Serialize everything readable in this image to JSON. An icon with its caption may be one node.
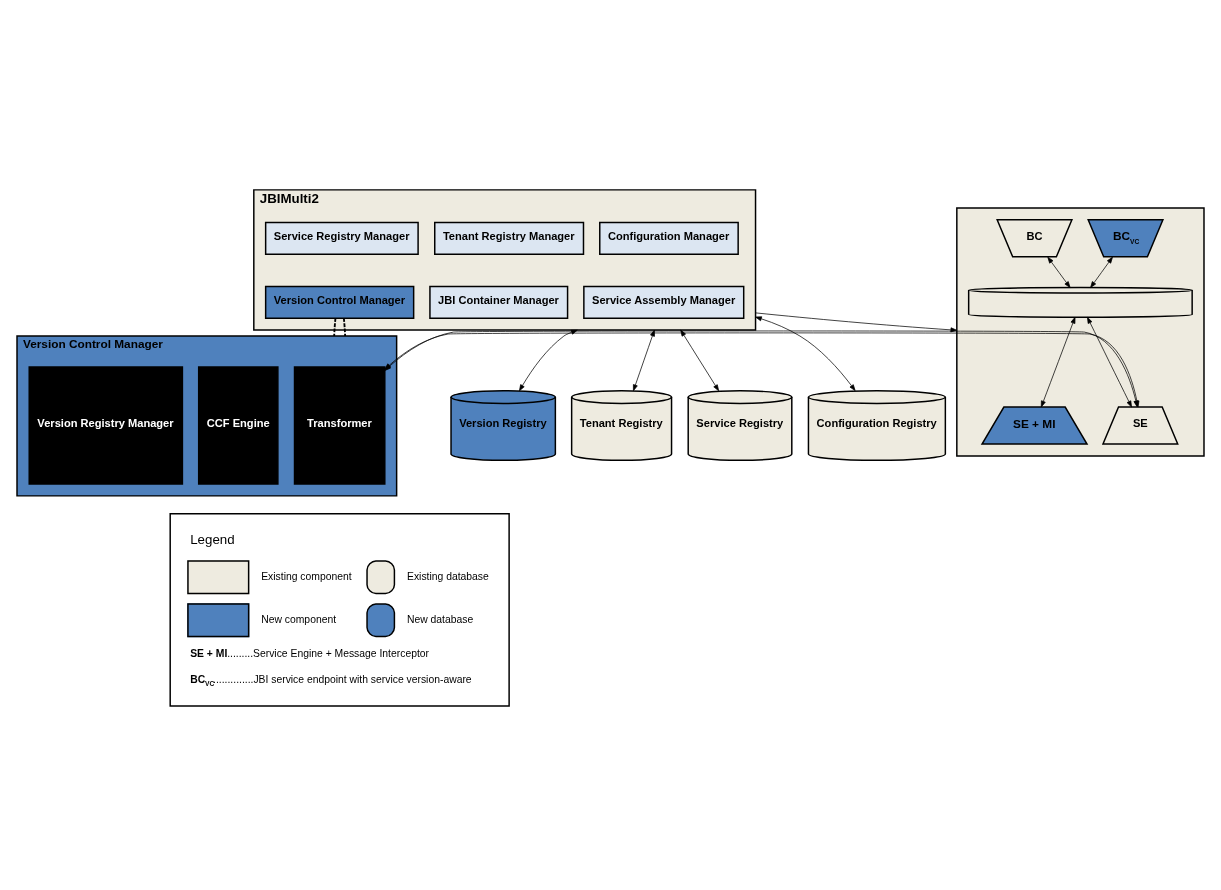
{
  "diagram": {
    "nodes": [
      {
        "text": [
          "JBIMulti2"
        ]
      },
      {
        "text": [
          "Service Registry Manager"
        ],
        "in": 0
      },
      {
        "text": [
          "Tenant Registry Manager"
        ],
        "in": 0
      },
      {
        "text": [
          "Configuration Manager"
        ],
        "in": 0
      },
      {
        "text": [
          "Version Control Manager"
        ],
        "in": 0
      },
      {
        "text": [
          "JBI Container Manager"
        ],
        "in": 0
      },
      {
        "text": [
          "Service Assembly Manager"
        ],
        "in": 0
      },
      {
        "text": [
          "Version Control Manager"
        ]
      },
      {
        "text": [
          "Version Registry Manager"
        ],
        "in": 7
      },
      {
        "text": [
          "CCF Engine"
        ],
        "in": 7
      },
      {
        "text": [
          "Transformer"
        ],
        "in": 7
      },
      {
        "text": [
          "Version Registry"
        ]
      },
      {
        "text": [
          "Tenant Registry"
        ]
      },
      {
        "text": [
          "Service Registry"
        ]
      },
      {
        "text": [
          "Configuration Registry"
        ]
      },
      {
        "text": [],
        "shape": "box"
      },
      {
        "text": [
          "BC"
        ],
        "in": 15
      },
      {
        "text": [
          "BC$_{VC}$"
        ],
        "in": 15
      },
      {
        "text": [],
        "shape": "cylinder",
        "in": 15
      },
      {
        "text": [
          "SE + MI"
        ],
        "in": 15
      },
      {
        "text": [
          "SE"
        ],
        "in": 15
      }
    ],
    "edges": [
      {
        "from": 0,
        "to": 11,
        "arrow": "both"
      },
      {
        "from": 0,
        "to": 12,
        "arrow": "both"
      },
      {
        "from": 0,
        "to": 13,
        "arrow": "both"
      },
      {
        "from": 0,
        "to": 14,
        "arrow": "both"
      },
      {
        "from": 0,
        "to": 15,
        "arrow": "to"
      },
      {
        "from": 4,
        "to": 7,
        "arrow": "none",
        "style": "dashed"
      },
      {
        "from": 4,
        "to": 7,
        "arrow": "none",
        "style": "dashed"
      },
      {
        "from": 7,
        "to": 15,
        "arrow": "both"
      },
      {
        "from": 16,
        "to": 18,
        "arrow": "both"
      },
      {
        "from": 17,
        "to": 18,
        "arrow": "both"
      },
      {
        "from": 18,
        "to": 19,
        "arrow": "both"
      },
      {
        "from": 18,
        "to": 20,
        "arrow": "both"
      }
    ],
    "labels": [
      "Legend",
      "**SE + MI**.........Service Engine + Message Interceptor",
      "**BC$_{VC}$**..............JBI service endpoint with service version-aware"
    ],
    "legend": [
      {
        "text": "Existing component",
        "color": "#eeebe0"
      },
      {
        "text": "Existing database"
      },
      {
        "text": "New component",
        "color": "#4f81bd"
      },
      {
        "text": "New database"
      }
    ]
  }
}
